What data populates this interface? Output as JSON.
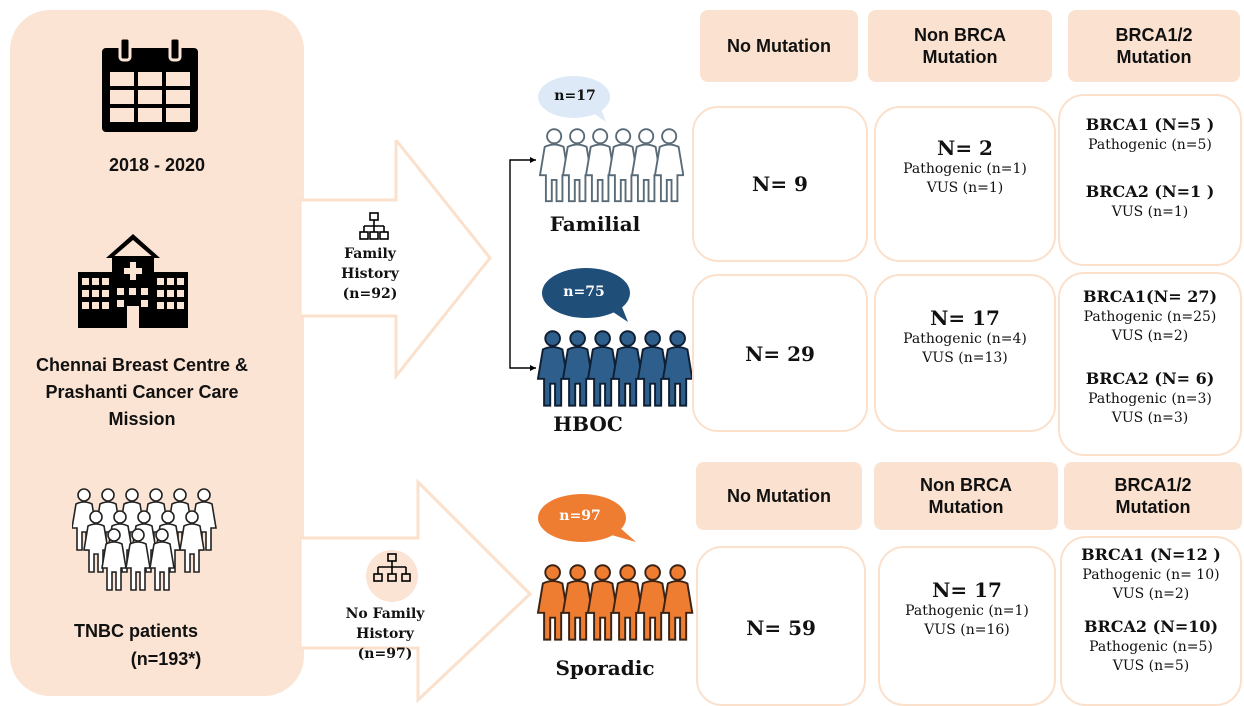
{
  "left_panel": {
    "years": "2018 - 2020",
    "centre": "Chennai Breast Centre & Prashanti Cancer Care Mission",
    "centre_lines": [
      "Chennai Breast Centre &",
      "Prashanti Cancer Care",
      "Mission"
    ],
    "patients_label": "TNBC patients",
    "patients_count": "(n=193*)"
  },
  "arrows": {
    "family": {
      "line1": "Family",
      "line2": "History",
      "line3": "(n=92)"
    },
    "no_family": {
      "line1": "No Family",
      "line2": "History (n=97)"
    }
  },
  "groups": {
    "familial": {
      "count": "n=17",
      "label": "Familial",
      "color": "#dde9f7",
      "figure_fill": "#ffffff",
      "figure_stroke": "#5a6b78"
    },
    "hboc": {
      "count": "n=75",
      "label": "HBOC",
      "color": "#1f4e79",
      "figure_fill": "#2e5f8c",
      "figure_stroke": "#0f1f33"
    },
    "sporadic": {
      "count": "n=97",
      "label": "Sporadic",
      "color": "#ee7d31",
      "figure_fill": "#ee7d31",
      "figure_stroke": "#3b2415"
    }
  },
  "headers_top": {
    "no_mut": "No Mutation",
    "non_brca_1": "Non BRCA",
    "non_brca_2": "Mutation",
    "brca_1": "BRCA1/2",
    "brca_2": "Mutation"
  },
  "headers_bottom": {
    "no_mut": "No Mutation",
    "non_brca_1": "Non BRCA",
    "non_brca_2": "Mutation",
    "brca_1": "BRCA1/2",
    "brca_2": "Mutation"
  },
  "results": {
    "familial": {
      "no_mut": "N=  9",
      "non_brca": {
        "n": "N=  2",
        "lines": [
          "Pathogenic (n=1)",
          "VUS (n=1)"
        ]
      },
      "brca": [
        {
          "gene": "BRCA1",
          "n": "(N=5 )",
          "lines": [
            "Pathogenic (n=5)"
          ]
        },
        {
          "gene": "BRCA2",
          "n": "(N=1 )",
          "lines": [
            "VUS (n=1)"
          ]
        }
      ]
    },
    "hboc": {
      "no_mut": "N=  29",
      "non_brca": {
        "n": "N=  17",
        "lines": [
          "Pathogenic (n=4)",
          "VUS (n=13)"
        ]
      },
      "brca": [
        {
          "gene": "BRCA1",
          "n": "(N= 27)",
          "lines": [
            "Pathogenic (n=25)",
            "VUS (n=2)"
          ]
        },
        {
          "gene": "BRCA2",
          "n": "(N= 6)",
          "lines": [
            "Pathogenic (n=3)",
            "VUS (n=3)"
          ]
        }
      ]
    },
    "sporadic": {
      "no_mut": "N=  59",
      "non_brca": {
        "n": "N=  17",
        "lines": [
          "Pathogenic (n=1)",
          "VUS (n=16)"
        ]
      },
      "brca": [
        {
          "gene": "BRCA1",
          "n": "(N=12 )",
          "lines": [
            "Pathogenic (n= 10)",
            "VUS (n=2)"
          ]
        },
        {
          "gene": "BRCA2",
          "n": "(N=10)",
          "lines": [
            "Pathogenic (n=5)",
            "VUS (n=5)"
          ]
        }
      ]
    }
  },
  "icons": [
    "calendar-icon",
    "hospital-icon",
    "people-group-icon",
    "family-tree-icon"
  ],
  "colors": {
    "panel": "#fbe4d4",
    "header": "#fbe2d0",
    "box_border": "#fbe0cc",
    "arrow": "#fde9dc"
  }
}
